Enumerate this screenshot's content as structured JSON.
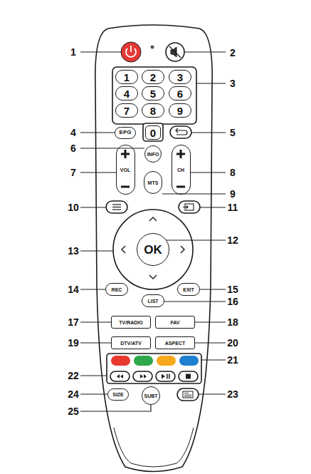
{
  "diagram": {
    "nodes": [
      {
        "text": [
          "1"
        ]
      },
      {
        "text": [
          "2"
        ]
      },
      {
        "text": [
          "3"
        ]
      },
      {
        "text": [
          "4"
        ]
      },
      {
        "text": [
          "5"
        ]
      },
      {
        "text": [
          "6"
        ]
      },
      {
        "text": [
          "7"
        ]
      },
      {
        "text": [
          "8"
        ]
      },
      {
        "text": [
          "9"
        ]
      },
      {
        "text": [
          "EPG"
        ]
      },
      {
        "text": [
          "0"
        ]
      },
      {
        "text": [
          "INFO"
        ]
      },
      {
        "text": [
          "VOL"
        ]
      },
      {
        "text": [
          "CH"
        ]
      },
      {
        "text": [
          "MTS"
        ]
      },
      {
        "text": [
          "OK"
        ]
      },
      {
        "text": [
          "REC"
        ]
      },
      {
        "text": [
          "EXIT"
        ]
      },
      {
        "text": [
          "LIST"
        ]
      },
      {
        "text": [
          "TV/RADIO"
        ]
      },
      {
        "text": [
          "FAV"
        ]
      },
      {
        "text": [
          "DTV/ATV"
        ]
      },
      {
        "text": [
          "ASPECT"
        ]
      },
      {
        "text": [
          "SIZE"
        ]
      },
      {
        "text": [
          "SUBT"
        ]
      }
    ],
    "labels": [
      "1",
      "2",
      "3",
      "4",
      "5",
      "6",
      "7",
      "8",
      "9",
      "10",
      "11",
      "12",
      "13",
      "14",
      "15",
      "16",
      "17",
      "18",
      "19",
      "20",
      "21",
      "22",
      "23",
      "24",
      "25"
    ]
  }
}
